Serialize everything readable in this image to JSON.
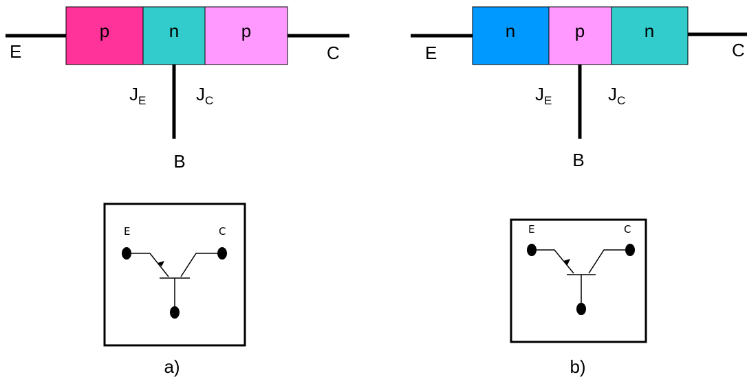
{
  "diagram_a": {
    "caption": "a)",
    "terminals": {
      "emitter": "E",
      "collector": "C",
      "base": "B"
    },
    "junctions": {
      "emitter": {
        "main": "J",
        "sub": "E"
      },
      "collector": {
        "main": "J",
        "sub": "C"
      }
    },
    "regions": [
      {
        "label": "p",
        "color": "#FF3399"
      },
      {
        "label": "n",
        "color": "#33CCCC"
      },
      {
        "label": "p",
        "color": "#FF99FF"
      }
    ],
    "symbol": {
      "emitter": "E",
      "collector": "C"
    }
  },
  "diagram_b": {
    "caption": "b)",
    "terminals": {
      "emitter": "E",
      "collector": "C",
      "base": "B"
    },
    "junctions": {
      "emitter": {
        "main": "J",
        "sub": "E"
      },
      "collector": {
        "main": "J",
        "sub": "C"
      }
    },
    "regions": [
      {
        "label": "n",
        "color": "#0099FF"
      },
      {
        "label": "p",
        "color": "#FF99FF"
      },
      {
        "label": "n",
        "color": "#33CCCC"
      }
    ],
    "symbol": {
      "emitter": "E",
      "collector": "C"
    }
  }
}
